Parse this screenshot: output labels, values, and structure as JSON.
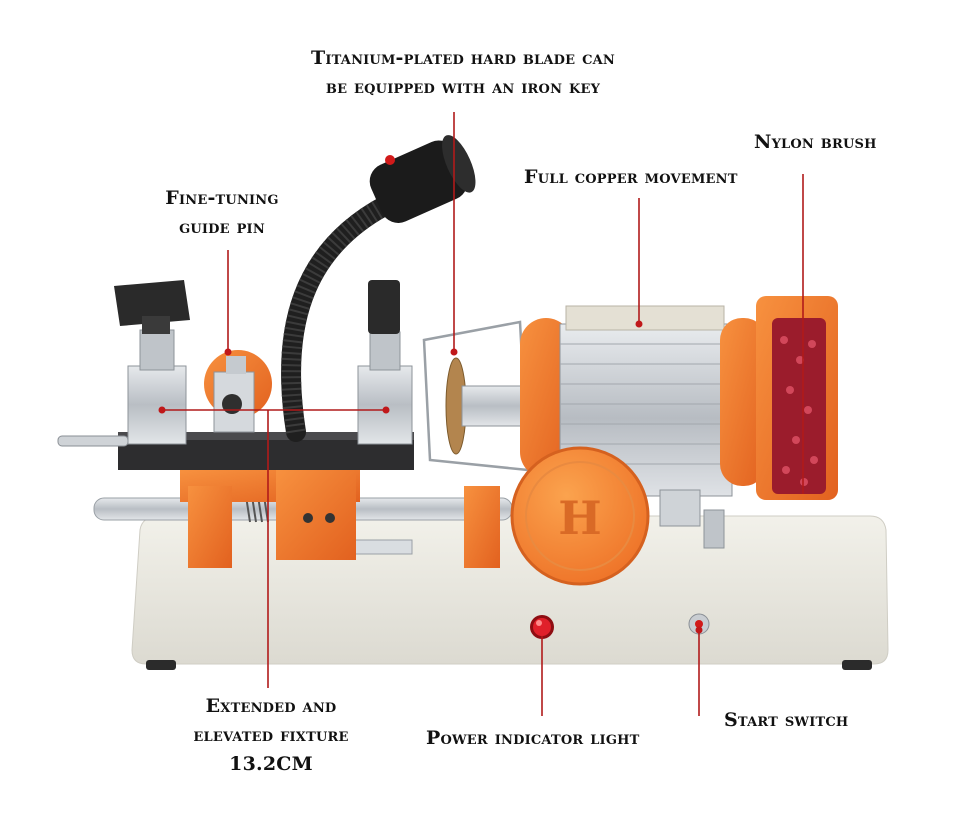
{
  "labels": {
    "blade": [
      "Titanium-plated hard blade can",
      "be equipped with an iron key"
    ],
    "brush": "Nylon brush",
    "movement": "Full copper movement",
    "guide_pin": [
      "Fine-tuning",
      "guide pin"
    ],
    "fixture": [
      "Extended and",
      "elevated fixture",
      "13.2CM"
    ],
    "power_light": "Power indicator light",
    "start_switch": "Start switch"
  },
  "colors": {
    "accent_orange": "#f0742b",
    "leader_line": "#b11a1a",
    "base": "#ecebe4",
    "metal": "#c8ccd1"
  },
  "icons": {
    "brand_logo": "H"
  }
}
